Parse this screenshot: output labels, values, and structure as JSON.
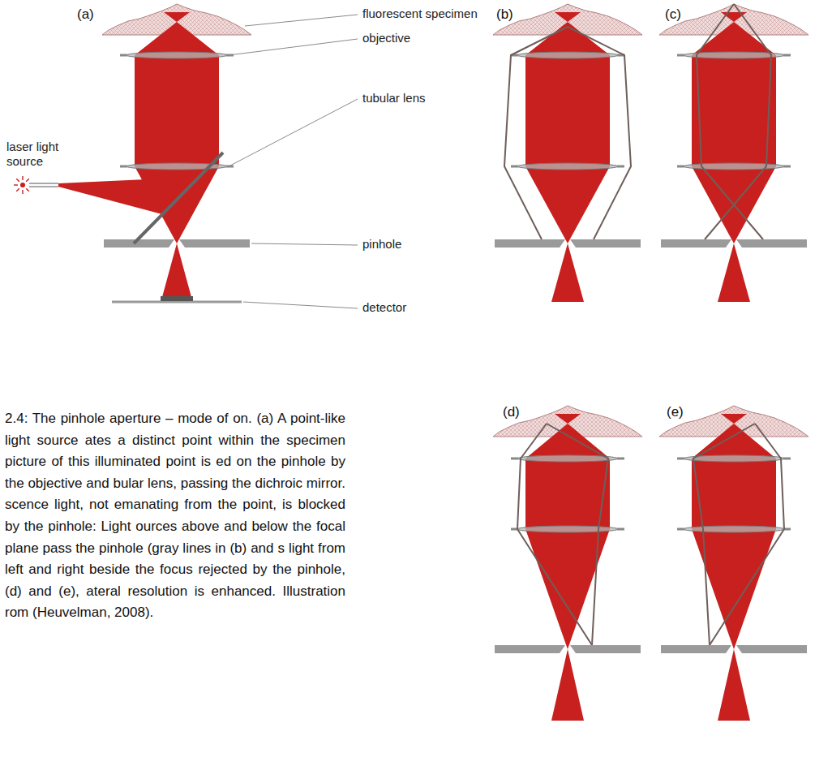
{
  "diagram": {
    "caption": "2.4: The pinhole aperture – mode of on. (a) A point-like light source ates a distinct point within the specimen picture of this illuminated point is ed on the pinhole by the objective and bular lens, passing the dichroic mirror. scence light, not emanating from the point, is blocked by the pinhole: Light ources above and below the focal plane pass the pinhole (gray lines in (b) and s light from left and right beside the focus rejected by the pinhole, (d) and (e), ateral resolution is enhanced. Illustration rom (Heuvelman, 2008).",
    "labels": [
      "(a)",
      "fluorescent specimen",
      "objective",
      "tubular lens",
      "laser light source",
      "pinhole",
      "detector",
      "(b)",
      "(c)",
      "(d)",
      "(e)"
    ]
  }
}
